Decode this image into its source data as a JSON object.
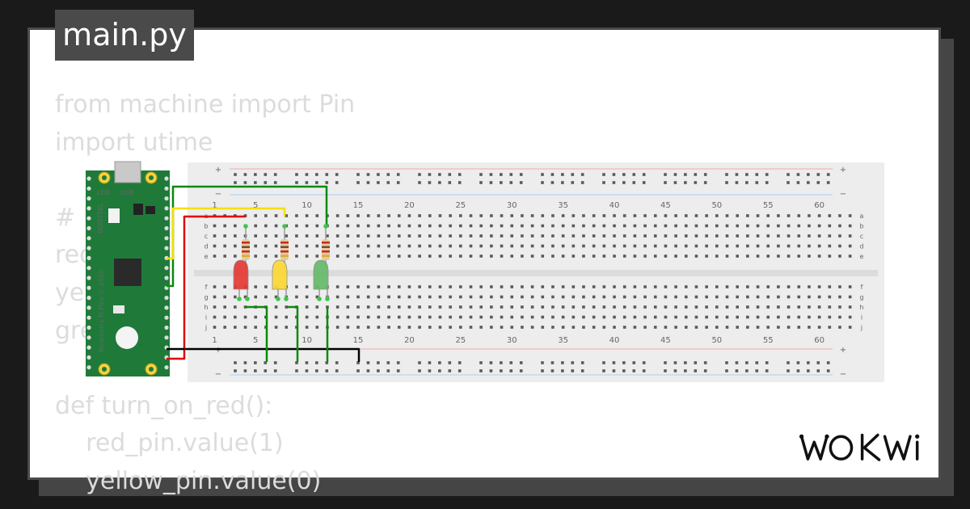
{
  "file_tab": {
    "label": "main.py"
  },
  "code_lines": [
    "from machine import Pin",
    "import utime",
    "",
    "# R",
    "red",
    "ye",
    "gre",
    "",
    "def turn_on_red():",
    "    red_pin.value(1)",
    "    yellow_pin.value(0)"
  ],
  "brand": {
    "logo_text": "WOKWI"
  },
  "pico": {
    "usb_label": "USB",
    "led_label": "LED",
    "bootsel_label": "BOOTSEL",
    "board_text": "Raspberry Pi Pico © 2020",
    "board_color": "#1f7a3a"
  },
  "breadboard": {
    "column_numbers": [
      "1",
      "5",
      "10",
      "15",
      "20",
      "25",
      "30",
      "35",
      "40",
      "45",
      "50",
      "55",
      "60"
    ],
    "top_rows": [
      "a",
      "b",
      "c",
      "d",
      "e"
    ],
    "bottom_rows": [
      "f",
      "g",
      "h",
      "i",
      "j"
    ],
    "rail_plus": "+",
    "rail_minus": "−"
  },
  "leds": [
    {
      "color": "red",
      "hex": "#e53935"
    },
    {
      "color": "yellow",
      "hex": "#fdd835"
    },
    {
      "color": "green",
      "hex": "#66bb6a"
    }
  ],
  "wire_colors": {
    "red": "#e00000",
    "yellow": "#f5e000",
    "green": "#0a8a0a",
    "black": "#000000"
  }
}
